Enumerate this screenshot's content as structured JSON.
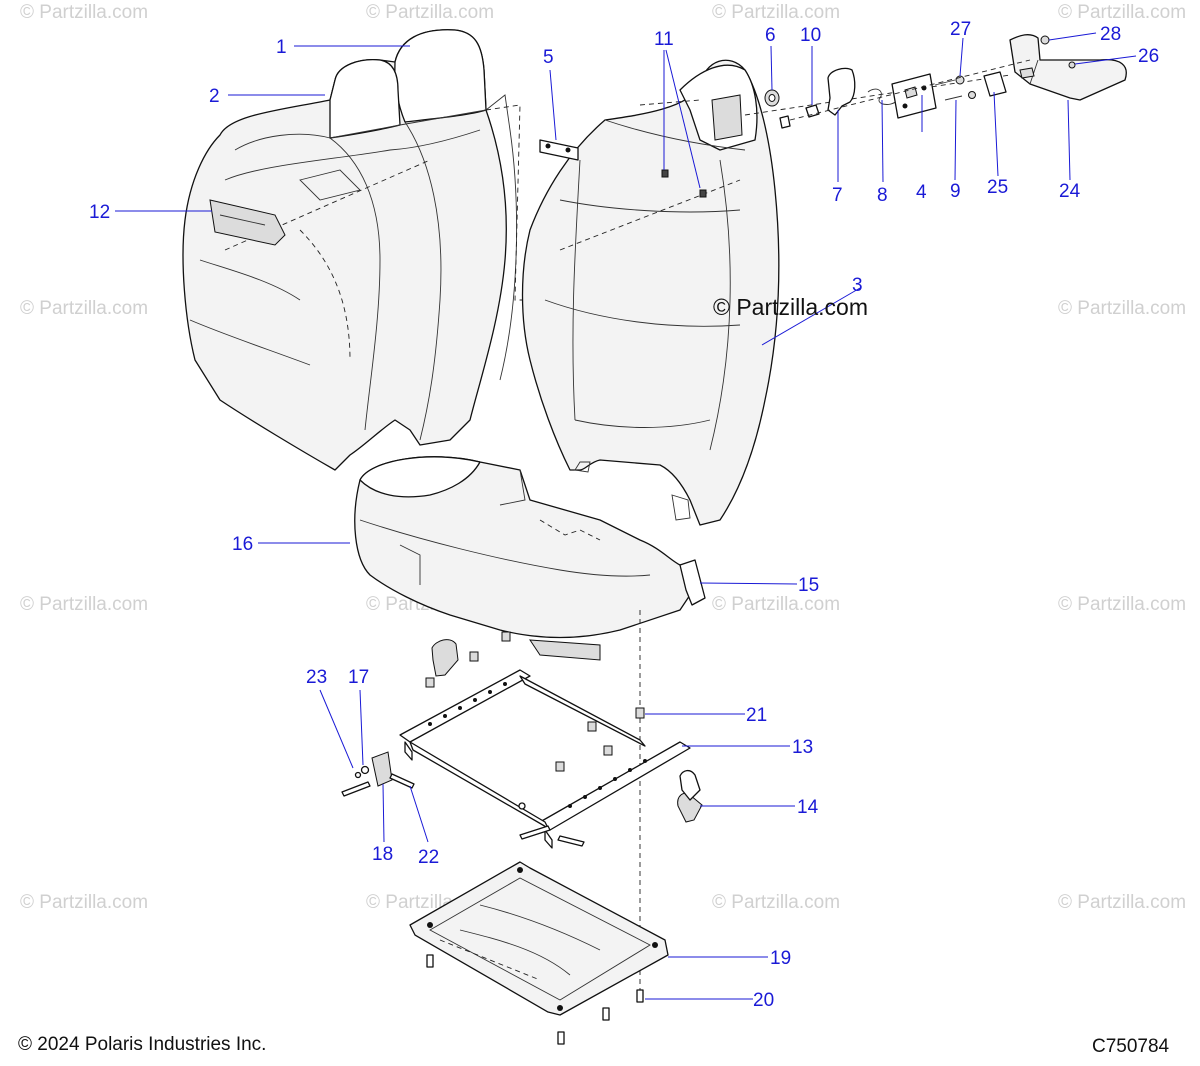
{
  "watermark": {
    "text": "© Partzilla.com",
    "center_text": "© Partzilla.com"
  },
  "footer": {
    "copyright": "© 2024 Polaris Industries Inc.",
    "diagram_code": "C750784"
  },
  "callouts": [
    {
      "id": "c1",
      "label": "1"
    },
    {
      "id": "c2",
      "label": "2"
    },
    {
      "id": "c3",
      "label": "3"
    },
    {
      "id": "c4",
      "label": "4"
    },
    {
      "id": "c5",
      "label": "5"
    },
    {
      "id": "c6",
      "label": "6"
    },
    {
      "id": "c7",
      "label": "7"
    },
    {
      "id": "c8",
      "label": "8"
    },
    {
      "id": "c9",
      "label": "9"
    },
    {
      "id": "c10",
      "label": "10"
    },
    {
      "id": "c11",
      "label": "11"
    },
    {
      "id": "c12",
      "label": "12"
    },
    {
      "id": "c13",
      "label": "13"
    },
    {
      "id": "c14",
      "label": "14"
    },
    {
      "id": "c15",
      "label": "15"
    },
    {
      "id": "c16",
      "label": "16"
    },
    {
      "id": "c17",
      "label": "17"
    },
    {
      "id": "c18",
      "label": "18"
    },
    {
      "id": "c19",
      "label": "19"
    },
    {
      "id": "c20",
      "label": "20"
    },
    {
      "id": "c21",
      "label": "21"
    },
    {
      "id": "c22",
      "label": "22"
    },
    {
      "id": "c23",
      "label": "23"
    },
    {
      "id": "c24",
      "label": "24"
    },
    {
      "id": "c25",
      "label": "25"
    },
    {
      "id": "c26",
      "label": "26"
    },
    {
      "id": "c27",
      "label": "27"
    },
    {
      "id": "c28",
      "label": "28"
    }
  ],
  "colors": {
    "callout": "#1a1ad6",
    "watermark": "#d0d0d0",
    "line_art": "#111111"
  }
}
